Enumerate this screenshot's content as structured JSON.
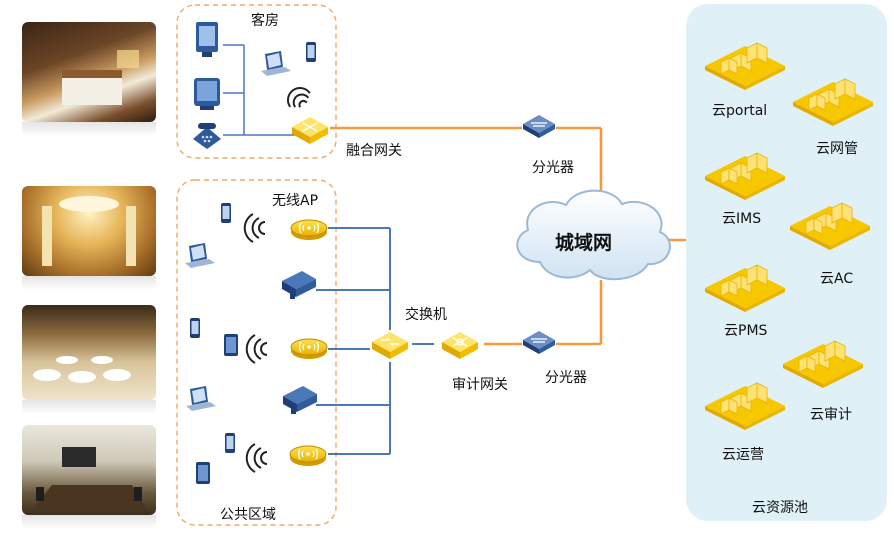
{
  "guest_room": {
    "title": "客房",
    "gateway_label": "融合网关"
  },
  "public_area": {
    "title": "公共区域",
    "wireless_ap_label": "无线AP",
    "switch_label": "交换机",
    "audit_gateway_label": "审计网关"
  },
  "splitter_top_label": "分光器",
  "splitter_bottom_label": "分光器",
  "metro_network_label": "城域网",
  "cloud_pool": {
    "title": "云资源池",
    "services": [
      "云portal",
      "云网管",
      "云IMS",
      "云AC",
      "云PMS",
      "云审计",
      "云运营"
    ]
  },
  "colors": {
    "link_orange": "#f39a3a",
    "link_blue": "#4a78b8",
    "device_yellow": "#f5c400",
    "device_blue": "#2f5d9a",
    "cloud_bg": "#dff0f6",
    "dashed_border": "#f0a864"
  }
}
